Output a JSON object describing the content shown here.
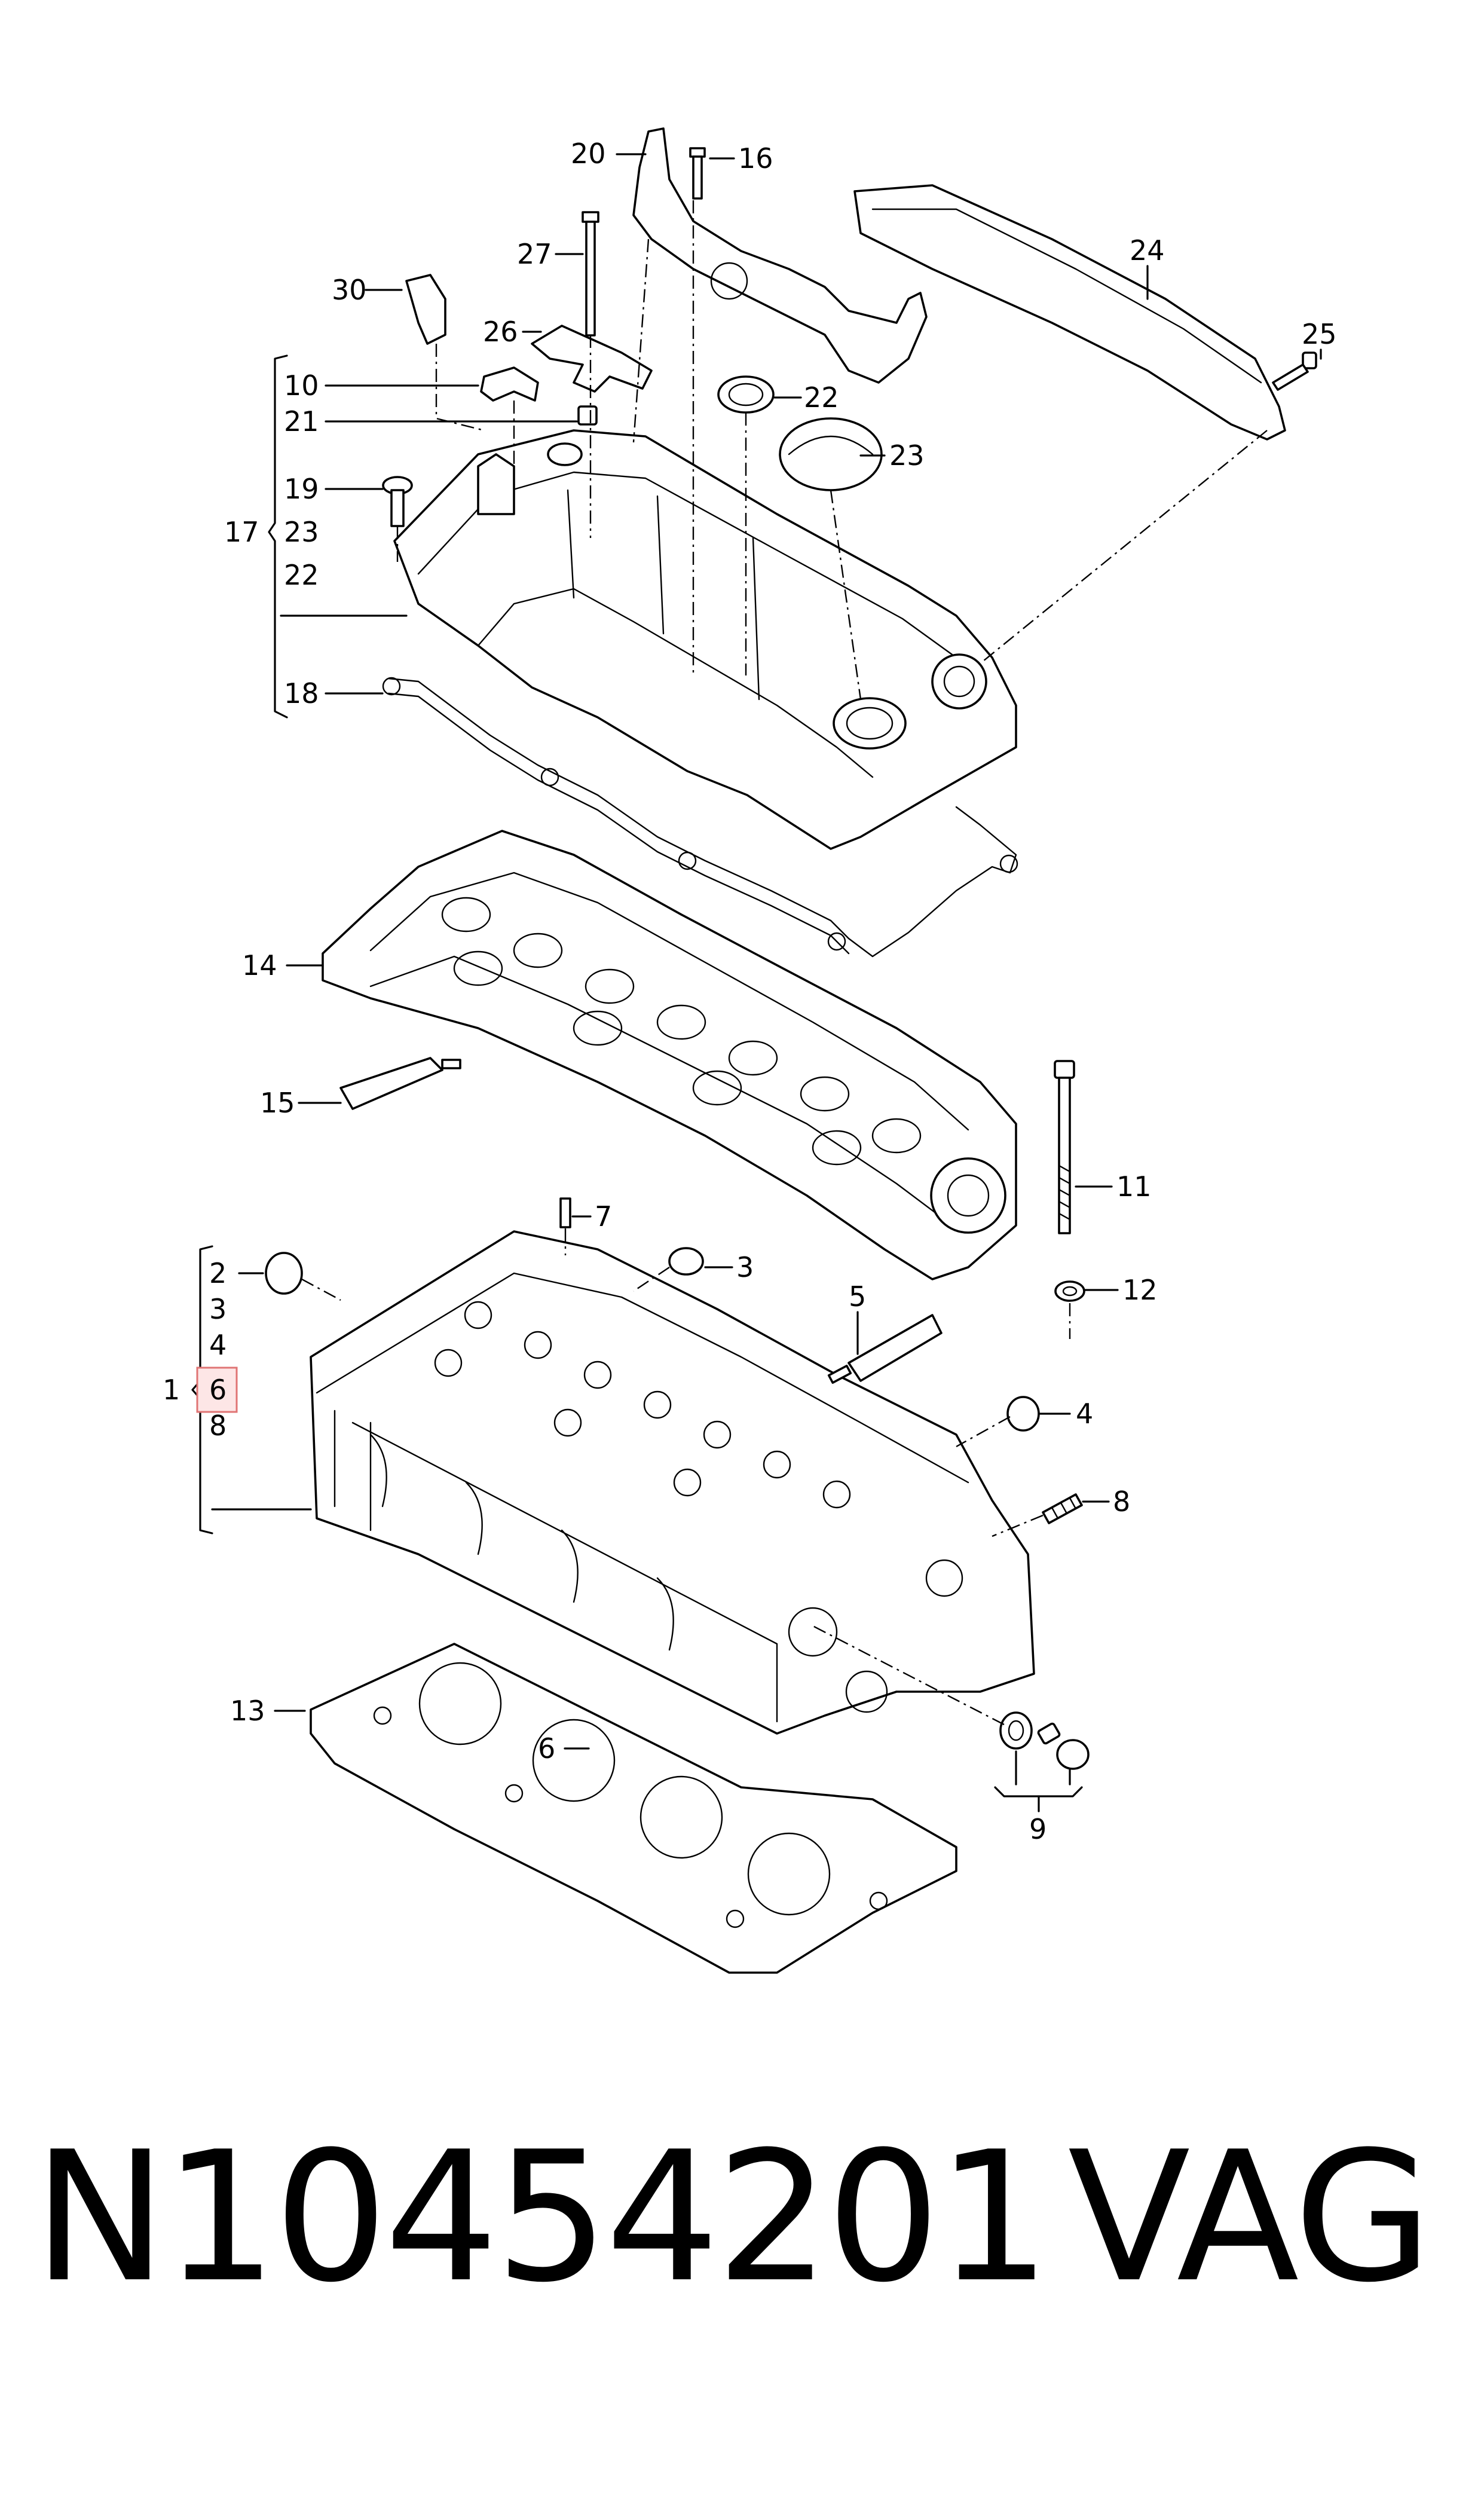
{
  "diagram": {
    "callouts": {
      "c1": "1",
      "c2": "2",
      "c3": "3",
      "c3b": "3",
      "c4": "4",
      "c4b": "4",
      "c5": "5",
      "c6": "6",
      "c6b": "6",
      "c7": "7",
      "c8": "8",
      "c8b": "8",
      "c9": "9",
      "c10": "10",
      "c11": "11",
      "c12": "12",
      "c13": "13",
      "c14": "14",
      "c15": "15",
      "c16": "16",
      "c17": "17",
      "c18": "18",
      "c19": "19",
      "c20": "20",
      "c21": "21",
      "c22": "22",
      "c22b": "22",
      "c23": "23",
      "c23b": "23",
      "c24": "24",
      "c25": "25",
      "c26": "26",
      "c27": "27",
      "c30": "30"
    },
    "highlighted_callout": "6",
    "highlight_color": "#e07474"
  },
  "footer": {
    "part_number": "N10454201",
    "brand": "VAG"
  }
}
